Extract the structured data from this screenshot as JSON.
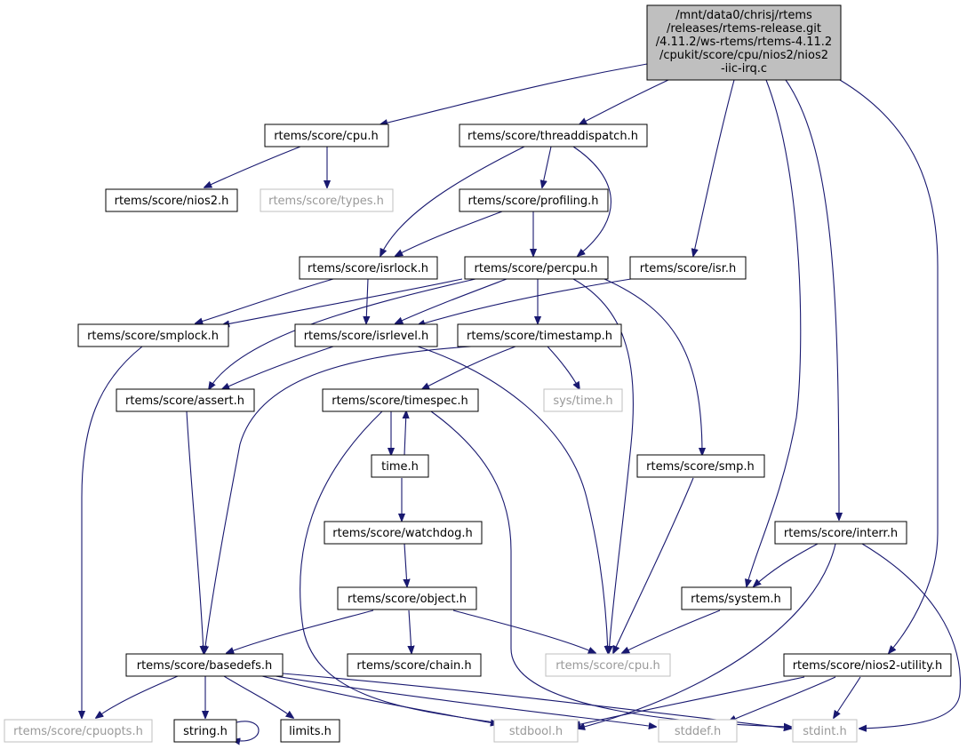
{
  "colors": {
    "edge": "#191970",
    "root_fill": "#bfbfbf",
    "node_border": "#000000",
    "external_border": "#bfbfbf",
    "external_text": "#999999"
  },
  "root": {
    "lines": [
      "/mnt/data0/chrisj/rtems",
      "/releases/rtems-release.git",
      "/4.11.2/ws-rtems/rtems-4.11.2",
      "/cpukit/score/cpu/nios2/nios2",
      "-iic-irq.c"
    ]
  },
  "nodes": {
    "cpu_h": "rtems/score/cpu.h",
    "threaddispatch_h": "rtems/score/threaddispatch.h",
    "nios2_h": "rtems/score/nios2.h",
    "types_h": "rtems/score/types.h",
    "profiling_h": "rtems/score/profiling.h",
    "isrlock_h": "rtems/score/isrlock.h",
    "percpu_h": "rtems/score/percpu.h",
    "isr_h": "rtems/score/isr.h",
    "smplock_h": "rtems/score/smplock.h",
    "isrlevel_h": "rtems/score/isrlevel.h",
    "timestamp_h": "rtems/score/timestamp.h",
    "assert_h": "rtems/score/assert.h",
    "timespec_h": "rtems/score/timespec.h",
    "systime_h": "sys/time.h",
    "time_h": "time.h",
    "smp_h": "rtems/score/smp.h",
    "watchdog_h": "rtems/score/watchdog.h",
    "interr_h": "rtems/score/interr.h",
    "object_h": "rtems/score/object.h",
    "system_h": "rtems/system.h",
    "basedefs_h": "rtems/score/basedefs.h",
    "chain_h": "rtems/score/chain.h",
    "cpu_h_ext": "rtems/score/cpu.h",
    "nios2utility_h": "rtems/score/nios2-utility.h",
    "cpuopts_h": "rtems/score/cpuopts.h",
    "string_h": "string.h",
    "limits_h": "limits.h",
    "stdbool_h": "stdbool.h",
    "stddef_h": "stddef.h",
    "stdint_h": "stdint.h"
  }
}
